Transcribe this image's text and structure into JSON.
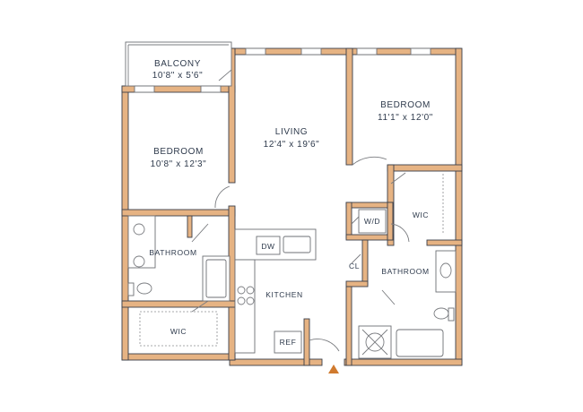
{
  "rooms": {
    "balcony": {
      "name": "BALCONY",
      "dims": "10'8\" x 5'6\""
    },
    "bedroom_left": {
      "name": "BEDROOM",
      "dims": "10'8\" x 12'3\""
    },
    "living": {
      "name": "LIVING",
      "dims": "12'4\" x 19'6\""
    },
    "bedroom_right": {
      "name": "BEDROOM",
      "dims": "11'1\" x 12'0\""
    },
    "bathroom_left": {
      "name": "BATHROOM"
    },
    "bathroom_right": {
      "name": "BATHROOM"
    },
    "wic_left": {
      "name": "WIC"
    },
    "wic_right": {
      "name": "WIC"
    },
    "kitchen": {
      "name": "KITCHEN"
    },
    "closet": {
      "name": "CL"
    }
  },
  "appliances": {
    "dishwasher": "DW",
    "washer_dryer": "W/D",
    "refrigerator": "REF"
  },
  "colors": {
    "wall_fill": "#e6b383",
    "wall_outline": "#3a3f4a",
    "entry_marker": "#d07a2e",
    "label_text": "#2e3a4c"
  }
}
